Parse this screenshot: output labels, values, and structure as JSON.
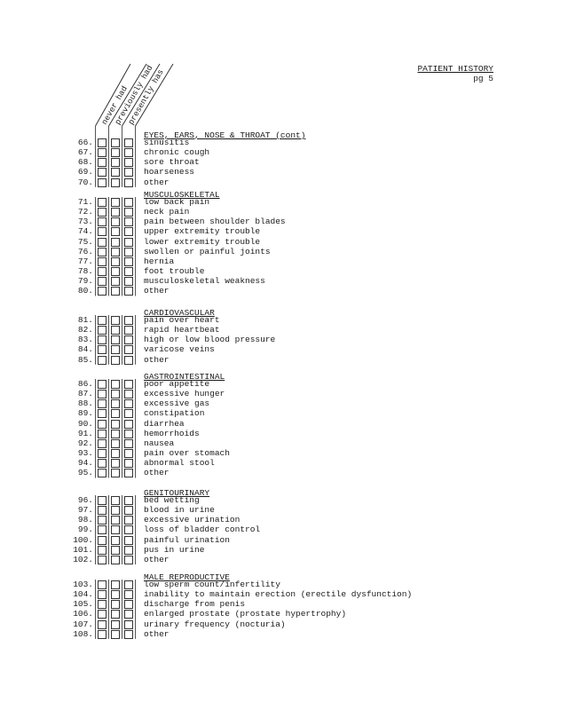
{
  "header": {
    "title": "PATIENT HISTORY",
    "page": "pg 5"
  },
  "columns": [
    "never had",
    "previously had",
    "presently has"
  ],
  "sections": [
    {
      "title": "EYES, EARS, NOSE & THROAT (cont)",
      "items": [
        {
          "n": "66.",
          "label": "sinusitis"
        },
        {
          "n": "67.",
          "label": "chronic cough"
        },
        {
          "n": "68.",
          "label": "sore throat"
        },
        {
          "n": "69.",
          "label": "hoarseness"
        },
        {
          "n": "70.",
          "label": "other"
        }
      ]
    },
    {
      "title": "MUSCULOSKELETAL",
      "items": [
        {
          "n": "71.",
          "label": "low back pain"
        },
        {
          "n": "72.",
          "label": "neck pain"
        },
        {
          "n": "73.",
          "label": "pain between shoulder blades"
        },
        {
          "n": "74.",
          "label": "upper extremity trouble"
        },
        {
          "n": "75.",
          "label": "lower extremity trouble"
        },
        {
          "n": "76.",
          "label": "swollen or painful joints"
        },
        {
          "n": "77.",
          "label": "hernia"
        },
        {
          "n": "78.",
          "label": "foot trouble"
        },
        {
          "n": "79.",
          "label": "musculoskeletal weakness"
        },
        {
          "n": "80.",
          "label": "other"
        }
      ]
    },
    {
      "title": "CARDIOVASCULAR",
      "items": [
        {
          "n": "81.",
          "label": "pain over heart"
        },
        {
          "n": "82.",
          "label": "rapid heartbeat"
        },
        {
          "n": "83.",
          "label": "high or low blood pressure"
        },
        {
          "n": "84.",
          "label": "varicose veins"
        },
        {
          "n": "85.",
          "label": "other"
        }
      ]
    },
    {
      "title": "GASTROINTESTINAL",
      "items": [
        {
          "n": "86.",
          "label": "poor appetite"
        },
        {
          "n": "87.",
          "label": "excessive hunger"
        },
        {
          "n": "88.",
          "label": "excessive gas"
        },
        {
          "n": "89.",
          "label": "constipation"
        },
        {
          "n": "90.",
          "label": "diarrhea"
        },
        {
          "n": "91.",
          "label": "hemorrhoids"
        },
        {
          "n": "92.",
          "label": "nausea"
        },
        {
          "n": "93.",
          "label": "pain over stomach"
        },
        {
          "n": "94.",
          "label": "abnormal stool"
        },
        {
          "n": "95.",
          "label": "other"
        }
      ]
    },
    {
      "title": "GENITOURINARY",
      "items": [
        {
          "n": "96.",
          "label": "bed wetting"
        },
        {
          "n": "97.",
          "label": "blood in urine"
        },
        {
          "n": "98.",
          "label": "excessive urination"
        },
        {
          "n": "99.",
          "label": "loss of bladder control"
        },
        {
          "n": "100.",
          "label": "painful urination"
        },
        {
          "n": "101.",
          "label": "pus in urine"
        },
        {
          "n": "102.",
          "label": "other"
        }
      ]
    },
    {
      "title": "MALE REPRODUCTIVE",
      "items": [
        {
          "n": "103.",
          "label": "low sperm count/infertility"
        },
        {
          "n": "104.",
          "label": "inability to maintain erection (erectile dysfunction)"
        },
        {
          "n": "105.",
          "label": "discharge from penis"
        },
        {
          "n": "106.",
          "label": "enlarged prostate (prostate hypertrophy)"
        },
        {
          "n": "107.",
          "label": "urinary frequency (nocturia)"
        },
        {
          "n": "108.",
          "label": "other"
        }
      ]
    }
  ]
}
